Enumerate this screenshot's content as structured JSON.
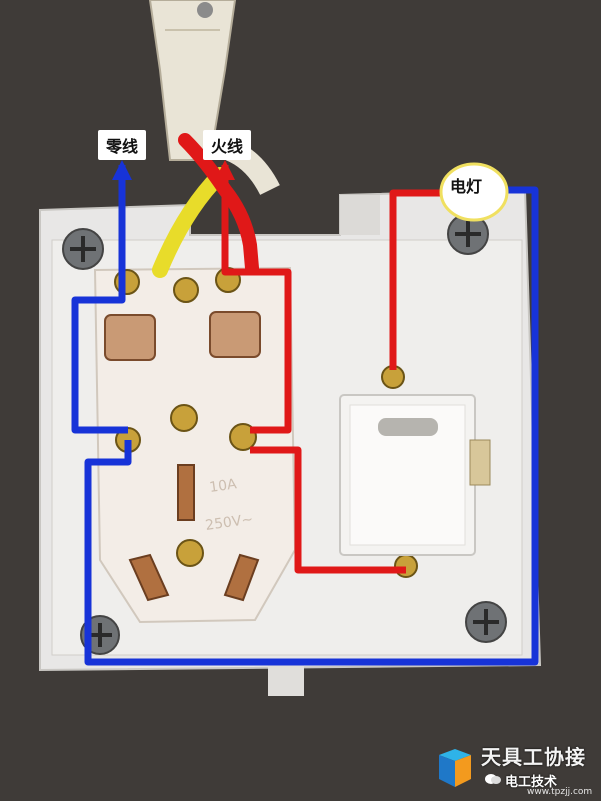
{
  "labels": {
    "neutral": "零线",
    "live": "火线",
    "lamp": "电灯"
  },
  "socket_markings": {
    "rating_current": "10A",
    "rating_voltage": "250V~"
  },
  "watermark": {
    "title": "天具工协接",
    "account": "电工技术",
    "url": "www.tpzjj.com"
  },
  "colors": {
    "neutral_wire": "#1733d8",
    "live_wire": "#e01818",
    "ground_wire": "#e8dc2a",
    "lamp_highlight": "#f0e060",
    "plate": "#ecebea"
  }
}
